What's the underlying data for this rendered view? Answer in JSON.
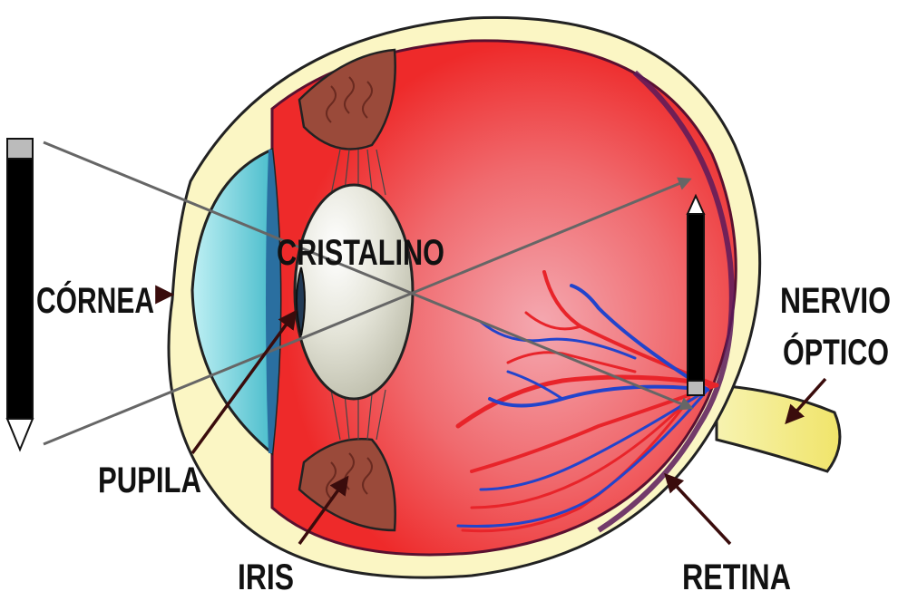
{
  "labels": {
    "cornea": "CÓRNEA",
    "cristalino": "CRISTALINO",
    "pupila": "PUPILA",
    "iris": "IRIS",
    "nervio_line1": "NERVIO",
    "nervio_line2": "ÓPTICO",
    "retina": "RETINA"
  },
  "colors": {
    "sclera": "#fbf6c4",
    "choroid_red": "#ef3b3b",
    "inner_glow": "#f4a0a8",
    "cornea_blue": "#6fd3e0",
    "lens": "#e2e2d6",
    "iris_brown": "#9a4a3a",
    "optic_nerve": "#f5ef8a",
    "artery": "#e8242a",
    "vein": "#2244cc",
    "ray": "#666666",
    "pointer": "#3a0c0c"
  },
  "icons": {
    "object": "pencil-upright",
    "image": "pencil-inverted"
  }
}
